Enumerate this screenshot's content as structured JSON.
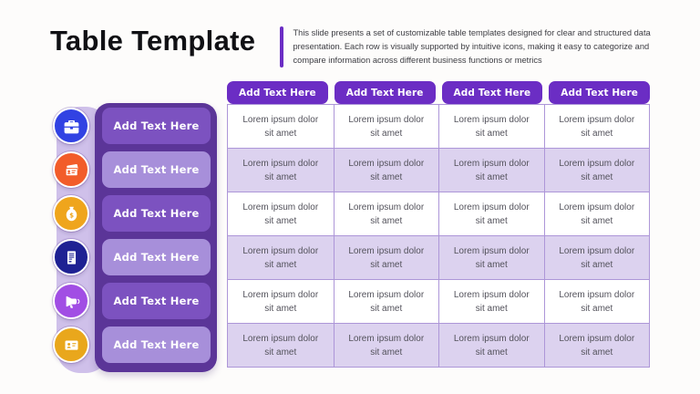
{
  "slide": {
    "title": "Table Template",
    "description": "This slide presents a set of customizable table templates designed for clear and structured data presentation. Each row is visually supported by intuitive icons, making it easy to categorize and compare information across different business functions or metrics"
  },
  "left_panel": {
    "rows": [
      {
        "label": "Add Text Here",
        "icon": "briefcase-icon",
        "icon_color": "#3142E3"
      },
      {
        "label": "Add Text Here",
        "icon": "cash-card-icon",
        "icon_color": "#F25C2A"
      },
      {
        "label": "Add Text Here",
        "icon": "money-bag-icon",
        "icon_color": "#EFA51C"
      },
      {
        "label": "Add Text Here",
        "icon": "invoice-icon",
        "icon_color": "#1E2193"
      },
      {
        "label": "Add Text Here",
        "icon": "megaphone-icon",
        "icon_color": "#A14EE4"
      },
      {
        "label": "Add Text Here",
        "icon": "id-badge-icon",
        "icon_color": "#E9A71C"
      }
    ]
  },
  "table": {
    "headers": [
      "Add Text Here",
      "Add Text Here",
      "Add Text Here",
      "Add Text Here"
    ],
    "rows": [
      [
        "Lorem ipsum dolor sit amet",
        "Lorem ipsum dolor sit amet",
        "Lorem ipsum dolor sit amet",
        "Lorem ipsum dolor sit amet"
      ],
      [
        "Lorem ipsum dolor sit amet",
        "Lorem ipsum dolor sit amet",
        "Lorem ipsum dolor sit amet",
        "Lorem ipsum dolor sit amet"
      ],
      [
        "Lorem ipsum dolor sit amet",
        "Lorem ipsum dolor sit amet",
        "Lorem ipsum dolor sit amet",
        "Lorem ipsum dolor sit amet"
      ],
      [
        "Lorem ipsum dolor sit amet",
        "Lorem ipsum dolor sit amet",
        "Lorem ipsum dolor sit amet",
        "Lorem ipsum dolor sit amet"
      ],
      [
        "Lorem ipsum dolor sit amet",
        "Lorem ipsum dolor sit amet",
        "Lorem ipsum dolor sit amet",
        "Lorem ipsum dolor sit amet"
      ],
      [
        "Lorem ipsum dolor sit amet",
        "Lorem ipsum dolor sit amet",
        "Lorem ipsum dolor sit amet",
        "Lorem ipsum dolor sit amet"
      ]
    ]
  },
  "colors": {
    "header_chip": "#6B2DC4",
    "accent_bar": "#6B2DC4",
    "panel_dark": "#5B3598",
    "button_dark": "#7C52C0",
    "button_light": "#A78FDA",
    "strip_lavender": "#CFC0EA",
    "row_alt": "#DCD2EF",
    "table_border": "#AD96D8",
    "circle_blue": "#3142E3",
    "circle_orange": "#F25C2A",
    "circle_amber": "#EFA51C",
    "circle_navy": "#1E2193",
    "circle_violet": "#A14EE4",
    "circle_gold": "#E9A71C"
  }
}
